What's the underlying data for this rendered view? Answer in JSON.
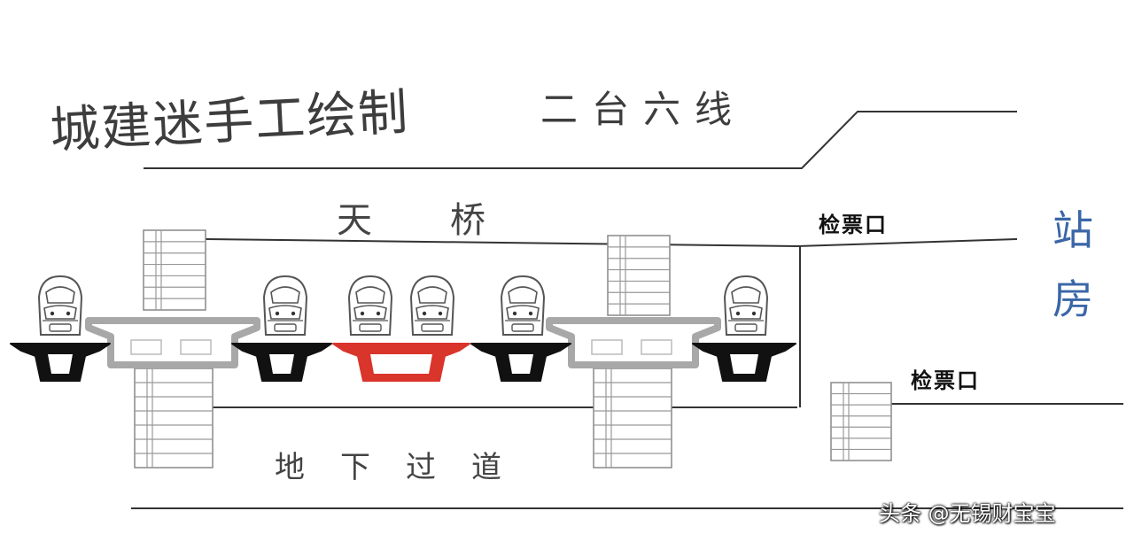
{
  "title": "城建迷手工绘制",
  "subtitle": "二台六线",
  "bridge_label": "天桥",
  "tunnel_label": "地下过道",
  "ticket_gate_upper": "检票口",
  "ticket_gate_lower": "检票口",
  "station_building": {
    "char1": "站",
    "char2": "房"
  },
  "watermark": "头条 @无锡财宝宝",
  "colors": {
    "line": "#333333",
    "highlight_track": "#d9352b",
    "normal_track": "#111111",
    "platform": "#a8a8a8",
    "station_text": "#3a66a8"
  },
  "tracks": [
    {
      "name": "track-1",
      "highlight": false
    },
    {
      "name": "track-2",
      "highlight": false
    },
    {
      "name": "track-3",
      "highlight": true
    },
    {
      "name": "track-4",
      "highlight": false
    },
    {
      "name": "track-5",
      "highlight": false
    },
    {
      "name": "track-6",
      "highlight": false
    }
  ],
  "trains": [
    {
      "name": "train-1"
    },
    {
      "name": "train-2"
    },
    {
      "name": "train-3"
    },
    {
      "name": "train-4"
    },
    {
      "name": "train-5"
    },
    {
      "name": "train-6"
    }
  ],
  "platforms": [
    {
      "name": "platform-1"
    },
    {
      "name": "platform-2"
    }
  ]
}
